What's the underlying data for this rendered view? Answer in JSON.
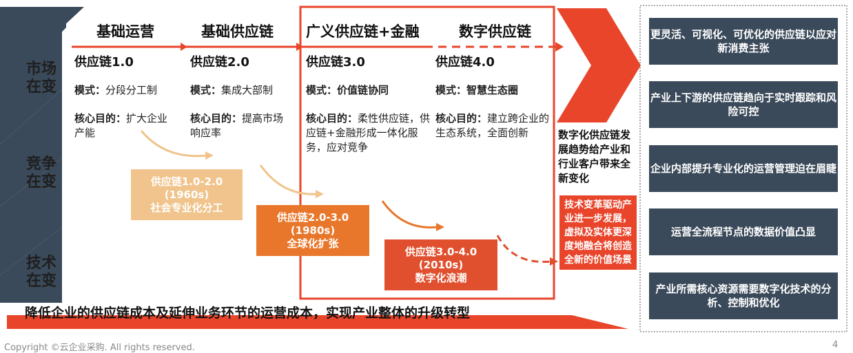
{
  "left_labels": [
    "市场\n在变",
    "竞争\n在变",
    "技术\n在变"
  ],
  "stages": [
    {
      "title": "基础运营",
      "chain": "供应链1.0",
      "mode_label": "模式：",
      "mode": "分段分工制",
      "goal_label": "核心目的：",
      "goal": "扩大企业产能"
    },
    {
      "title": "基础供应链",
      "chain": "供应链2.0",
      "mode_label": "模式：",
      "mode": "集成大部制",
      "goal_label": "核心目的：",
      "goal": "提高市场响应率"
    },
    {
      "title": "广义供应链+金融",
      "chain": "供应链3.0",
      "mode_label": "模式：",
      "mode": "价值链协同",
      "goal_label": "核心目的：",
      "goal": "柔性供应链，供应链+金融形成一体化服务，应对竞争"
    },
    {
      "title": "数字供应链",
      "chain": "供应链4.0",
      "mode_label": "模式：",
      "mode": "智慧生态圈",
      "goal_label": "核心目的：",
      "goal": "建立跨企业的生态系统，全面创新"
    }
  ],
  "eras": [
    {
      "range": "供应链1.0-2.0",
      "decade": "(1960s)",
      "label": "社会专业化分工",
      "color": "#f0c48c"
    },
    {
      "range": "供应链2.0-3.0",
      "decade": "(1980s)",
      "label": "全球化扩张",
      "color": "#e8772b"
    },
    {
      "range": "供应链3.0-4.0",
      "decade": "(2010s)",
      "label": "数字化浪潮",
      "color": "#e0502e"
    }
  ],
  "trend_text": "数字化供应链发展趋势给产业和行业客户带来全新变化",
  "red_box_text": "技术变革驱动产业进一步发展，虚拟及实体更深度地融合将创造全新的价值场景",
  "right_items": [
    "更灵活、可视化、可优化的供应链以应对新消费主张",
    "产业上下游的供应链趋向于实时跟踪和风险可控",
    "企业内部提升专业化的运营管理迫在眉睫",
    "运营全流程节点的数据价值凸显",
    "产业所需核心资源需要数字化技术的分析、控制和优化"
  ],
  "bottom_text": "降低企业的供应链成本及延伸业务环节的运营成本，实现产业整体的升级转型",
  "footer": {
    "copyright": "Copyright ©云企业采购. All rights reserved.",
    "page": "4"
  },
  "colors": {
    "dark": "#3a4a5a",
    "red": "#e8452b",
    "orange": "#e8772b",
    "light_orange": "#f0c48c"
  }
}
